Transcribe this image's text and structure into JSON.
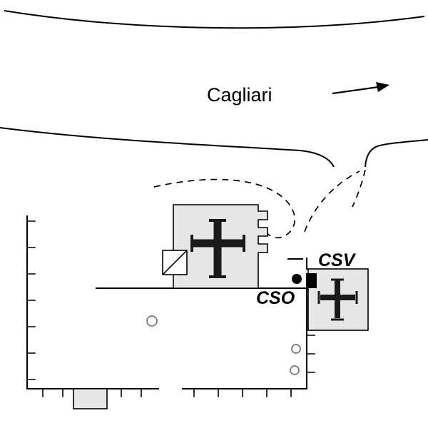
{
  "figure": {
    "labels": {
      "city_direction": "Cagliari",
      "site_cso": "CSO",
      "site_csv": "CSV"
    },
    "icons": {
      "direction_arrow": "arrow-right",
      "main_church_cross": "cross",
      "csv_church_cross": "cross"
    },
    "colors": {
      "background": "#ffffff",
      "line": "#000000",
      "building_fill": "#e7e7e7",
      "feature_circle_stroke": "#757575",
      "marker_fill": "#000000"
    },
    "markers": {
      "cso_point": "filled-circle",
      "cso_block": "filled-square"
    }
  }
}
